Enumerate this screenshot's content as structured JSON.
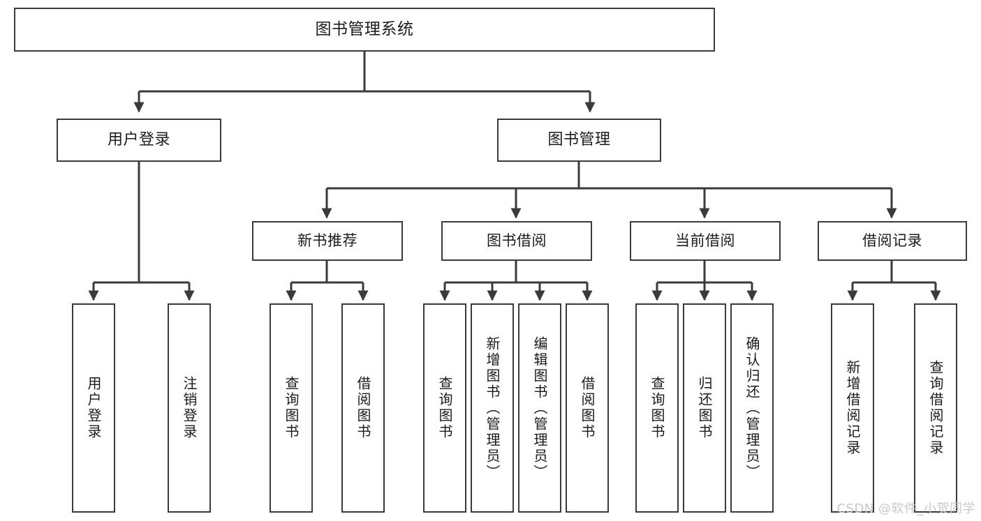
{
  "diagram": {
    "title": "图书管理系统",
    "type": "tree-structure-chart",
    "line_color": "#3a3a3a",
    "box_fill": "#ffffff",
    "text_color": "#1b1b1b"
  },
  "root": {
    "label": "图书管理系统"
  },
  "level1": [
    {
      "label": "用户登录"
    },
    {
      "label": "图书管理"
    }
  ],
  "level2": [
    {
      "label": "新书推荐"
    },
    {
      "label": "图书借阅"
    },
    {
      "label": "当前借阅"
    },
    {
      "label": "借阅记录"
    }
  ],
  "leaves": {
    "user_login": [
      {
        "label": "用户登录"
      },
      {
        "label": "注销登录"
      }
    ],
    "new_book_recommend": [
      {
        "label": "查询图书"
      },
      {
        "label": "借阅图书"
      }
    ],
    "book_borrow": [
      {
        "label": "查询图书"
      },
      {
        "label": "新增图书（管理员）"
      },
      {
        "label": "编辑图书（管理员）"
      },
      {
        "label": "借阅图书"
      }
    ],
    "current_borrow": [
      {
        "label": "查询图书"
      },
      {
        "label": "归还图书"
      },
      {
        "label": "确认归还（管理员）"
      }
    ],
    "borrow_record": [
      {
        "label": "新增借阅记录"
      },
      {
        "label": "查询借阅记录"
      }
    ]
  },
  "watermark": {
    "text": "CSDN @软件_小贺同学",
    "color": "#c9c9c9"
  }
}
